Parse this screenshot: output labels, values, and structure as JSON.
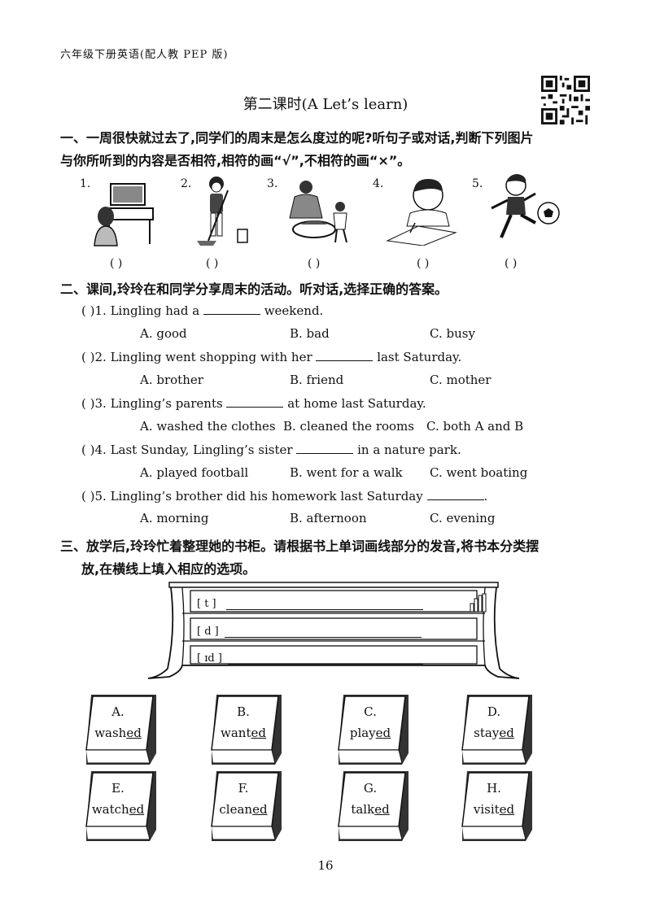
{
  "header": {
    "book_title": "六年级下册英语(配人教 PEP 版)"
  },
  "lesson_title": "第二课时(A Let’s learn)",
  "section1": {
    "instruction_line1": "一、一周很快就过去了,同学们的周末是怎么度过的呢?听句子或对话,判断下列图片",
    "instruction_line2": "与你所听到的内容是否相符,相符的画“√”,不相符的画“×”。",
    "items": [
      {
        "num": "1.",
        "icon": "tv-watching-girl"
      },
      {
        "num": "2.",
        "icon": "mopping-girl"
      },
      {
        "num": "3.",
        "icon": "washing-clothes-mother"
      },
      {
        "num": "4.",
        "icon": "homework-boy"
      },
      {
        "num": "5.",
        "icon": "football-boy"
      }
    ],
    "answer_mark": "(    )"
  },
  "section2": {
    "instruction": "二、课间,玲玲在和同学分享周末的活动。听对话,选择正确的答案。",
    "questions": [
      {
        "paren": "(      )",
        "num": "1.",
        "pre": "Lingling had a",
        "post": "weekend.",
        "a": "A. good",
        "b": "B. bad",
        "c": "C. busy"
      },
      {
        "paren": "(      )",
        "num": "2.",
        "pre": "Lingling went shopping with her",
        "post": "last Saturday.",
        "a": "A. brother",
        "b": "B. friend",
        "c": "C. mother"
      },
      {
        "paren": "(      )",
        "num": "3.",
        "pre": "Lingling’s parents",
        "post": "at home last Saturday.",
        "a": "A. washed the clothes",
        "b": "B. cleaned the rooms",
        "c": "C. both A and B"
      },
      {
        "paren": "(      )",
        "num": "4.",
        "pre": "Last Sunday, Lingling’s sister",
        "post": "in a nature park.",
        "a": "A. played football",
        "b": "B. went for a walk",
        "c": "C. went boating"
      },
      {
        "paren": "(      )",
        "num": "5.",
        "pre": "Lingling’s brother did his homework last Saturday",
        "post": ".",
        "a": "A. morning",
        "b": "B. afternoon",
        "c": "C. evening"
      }
    ]
  },
  "section3": {
    "instruction_line1": "三、放学后,玲玲忙着整理她的书柜。请根据书上单词画线部分的发音,将书本分类摆",
    "instruction_line2": "放,在横线上填入相应的选项。",
    "shelves": [
      "[ t ]",
      "[ d ]",
      "[ ɪd ]"
    ],
    "books": [
      {
        "letter": "A.",
        "stem": "wash",
        "ending": "ed"
      },
      {
        "letter": "B.",
        "stem": "want",
        "ending": "ed"
      },
      {
        "letter": "C.",
        "stem": "play",
        "ending": "ed"
      },
      {
        "letter": "D.",
        "stem": "stay",
        "ending": "ed"
      },
      {
        "letter": "E.",
        "stem": "watch",
        "ending": "ed"
      },
      {
        "letter": "F.",
        "stem": "clean",
        "ending": "ed"
      },
      {
        "letter": "G.",
        "stem": "talk",
        "ending": "ed"
      },
      {
        "letter": "H.",
        "stem": "visit",
        "ending": "ed"
      }
    ]
  },
  "page_number": "16"
}
